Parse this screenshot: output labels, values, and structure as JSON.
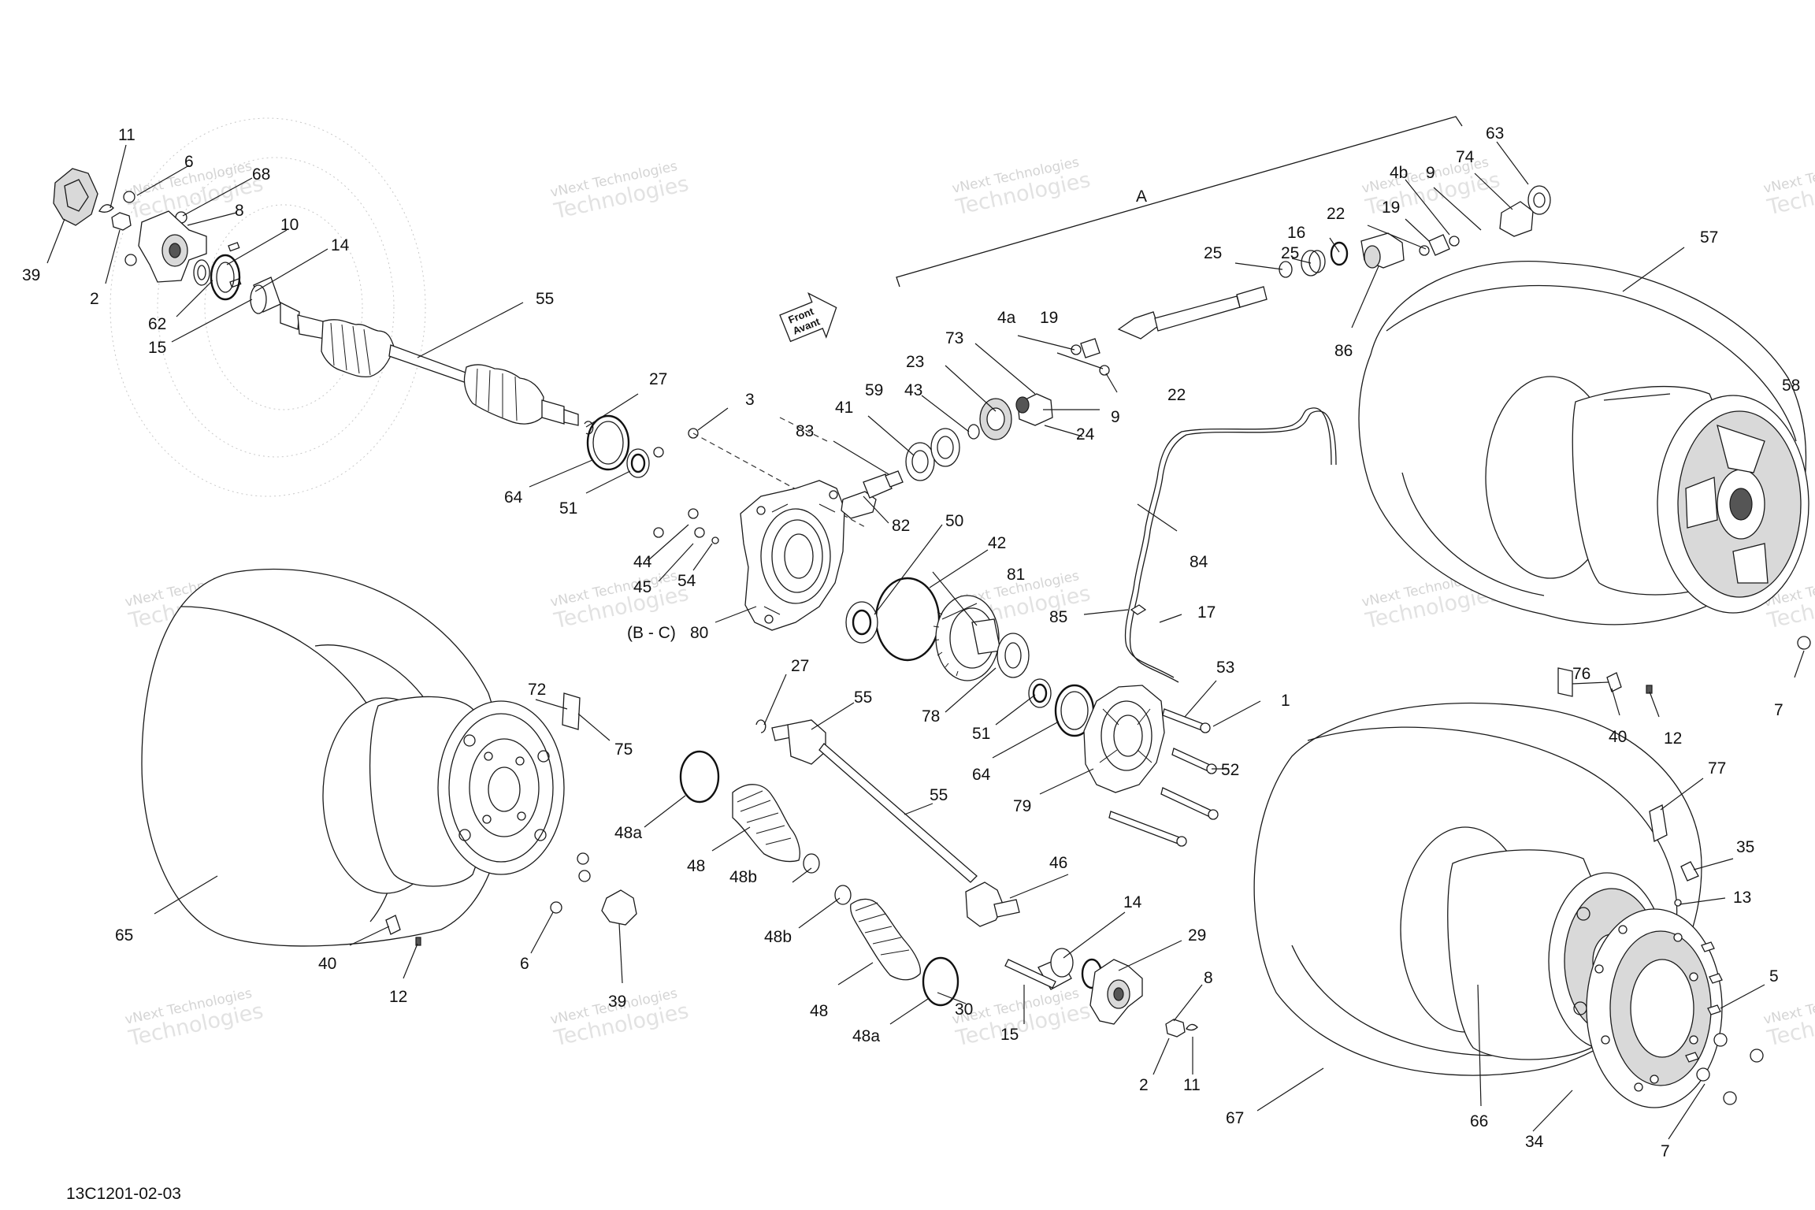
{
  "drawing_code": "13C1201-02-03",
  "front_arrow": {
    "line1": "Front",
    "line2": "Avant"
  },
  "watermark": {
    "line1": "vNext Technologies",
    "line2": "Technologies"
  },
  "callouts": {
    "c11a": "11",
    "c6a": "6",
    "c68": "68",
    "c8a": "8",
    "c10": "10",
    "c14a": "14",
    "c39a": "39",
    "c2a": "2",
    "c62": "62",
    "c15a": "15",
    "c55a": "55",
    "c27a": "27",
    "c64a": "64",
    "c51a": "51",
    "c3": "3",
    "cA": "A",
    "c63": "63",
    "c74": "74",
    "c4b": "4b",
    "c9a": "9",
    "c19a": "19",
    "c22a": "22",
    "c16": "16",
    "c25a": "25",
    "c25b": "25",
    "c86": "86",
    "c57": "57",
    "c4a": "4a",
    "c19b": "19",
    "c73": "73",
    "c22b": "22",
    "c9b": "9",
    "c24": "24",
    "c23": "23",
    "c59": "59",
    "c43": "43",
    "c41": "41",
    "c83": "83",
    "c82": "82",
    "c50": "50",
    "c42": "42",
    "c44": "44",
    "c45": "45",
    "c54": "54",
    "cBC": "(B - C)",
    "c80": "80",
    "c81": "81",
    "c85": "85",
    "c84": "84",
    "c17": "17",
    "c58": "58",
    "c72": "72",
    "c75": "75",
    "c27b": "27",
    "c55b": "55",
    "c78": "78",
    "c51b": "51",
    "c64b": "64",
    "c79": "79",
    "c53": "53",
    "c1": "1",
    "c52": "52",
    "c76": "76",
    "c40a": "40",
    "c12a": "12",
    "c7a": "7",
    "c48a1": "48a",
    "c48a": "48",
    "c55c": "55",
    "c46": "46",
    "c77": "77",
    "c35": "35",
    "c13": "13",
    "c65": "65",
    "c40b": "40",
    "c12b": "12",
    "c6b": "6",
    "c39b": "39",
    "c48b1": "48b",
    "c48b2": "48b",
    "c48b": "48",
    "c48a2": "48a",
    "c30": "30",
    "c14b": "14",
    "c29": "29",
    "c15b": "15",
    "c8b": "8",
    "c2b": "2",
    "c11b": "11",
    "c67": "67",
    "c66": "66",
    "c34": "34",
    "c7b": "7",
    "c5": "5"
  }
}
